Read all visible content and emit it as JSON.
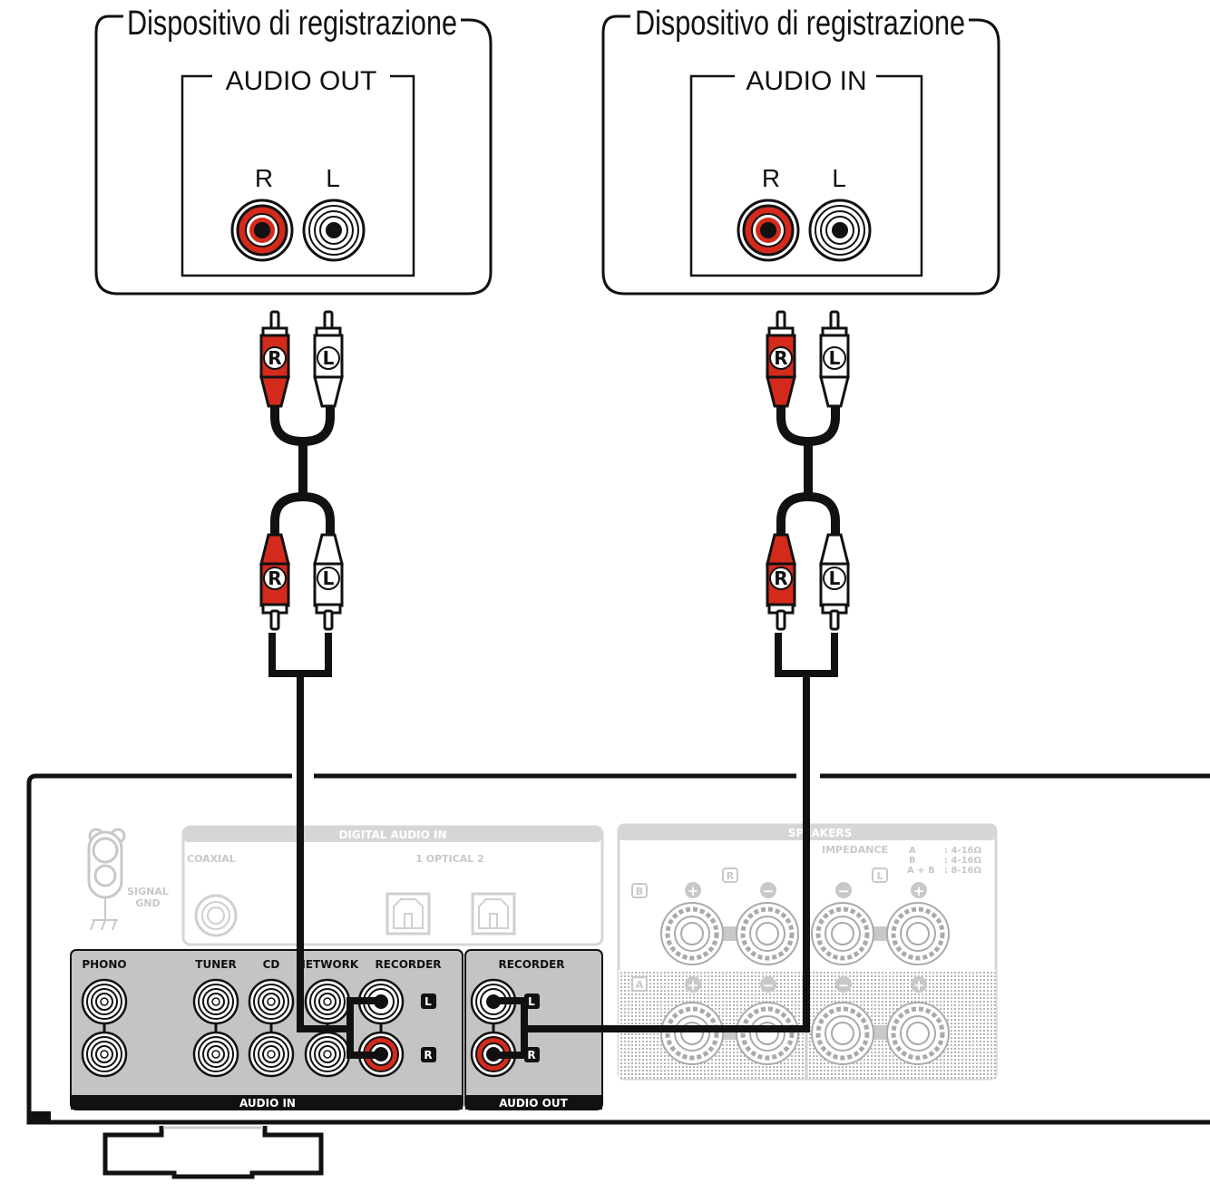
{
  "devices": {
    "left": {
      "title": "Dispositivo di registrazione",
      "panel_label": "AUDIO OUT",
      "r_label": "R",
      "l_label": "L"
    },
    "right": {
      "title": "Dispositivo di registrazione",
      "panel_label": "AUDIO IN",
      "r_label": "R",
      "l_label": "L"
    }
  },
  "plugs": {
    "r_badge": "R",
    "l_badge": "L"
  },
  "amplifier": {
    "signal_gnd": [
      "SIGNAL",
      "GND"
    ],
    "digital_audio_in": {
      "header": "DIGITAL AUDIO IN",
      "coaxial": "COAXIAL",
      "optical": "1   OPTICAL   2"
    },
    "speakers": {
      "header": "SPEAKERS",
      "impedance_label": "IMPEDANCE",
      "impedance_rows": [
        {
          "key": "A",
          "value": ": 4-16Ω"
        },
        {
          "key": "B",
          "value": ": 4-16Ω"
        },
        {
          "key": "A + B",
          "value": ": 8-16Ω"
        }
      ],
      "b_badge": "B",
      "a_badge": "A",
      "r_badge": "R",
      "l_badge": "L",
      "plus": "+",
      "minus": "−"
    },
    "audio_in": {
      "footer": "AUDIO IN",
      "inputs": [
        "PHONO",
        "TUNER",
        "CD",
        "NETWORK",
        "RECORDER"
      ],
      "l_badge": "L",
      "r_badge": "R"
    },
    "audio_out": {
      "footer": "AUDIO OUT",
      "label": "RECORDER",
      "l_badge": "L",
      "r_badge": "R"
    }
  },
  "colors": {
    "red": "#d42a1c",
    "black": "#111111",
    "gray_panel": "#c4c4c4",
    "light_gray": "#d9d9d9"
  }
}
